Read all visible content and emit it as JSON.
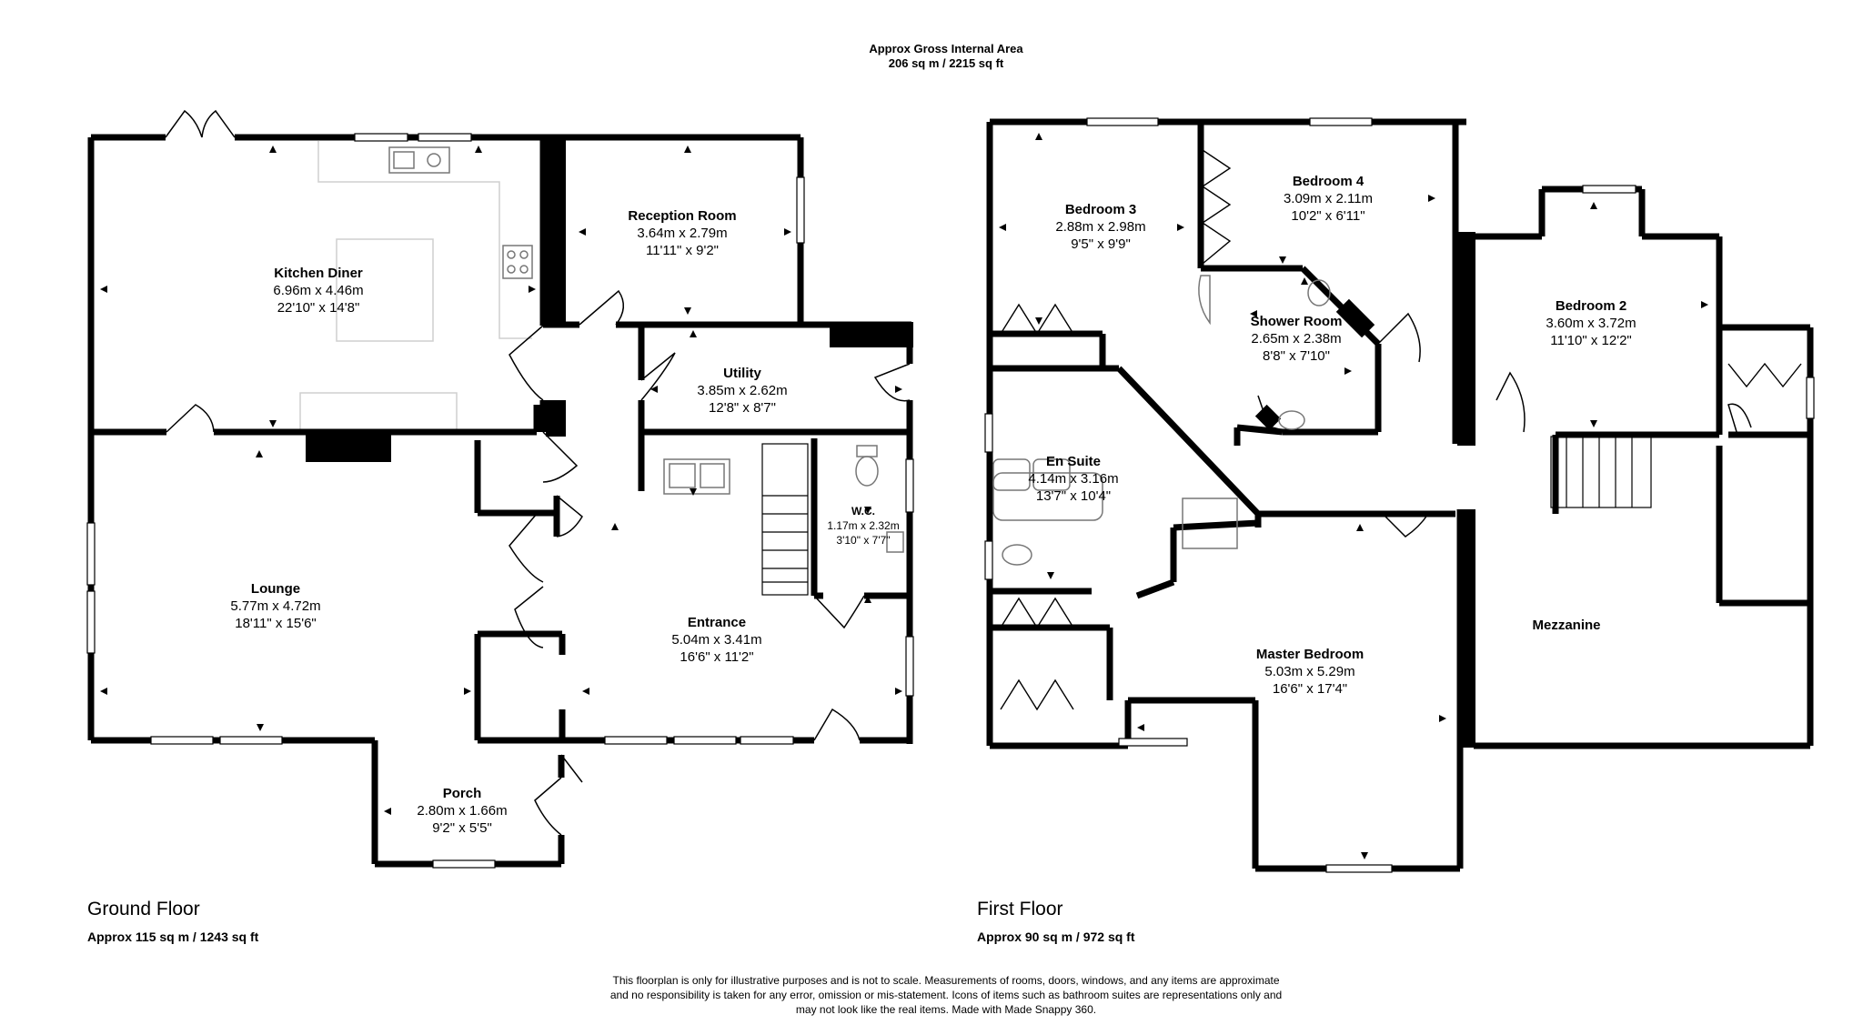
{
  "header": {
    "area_label": "Approx Gross Internal Area",
    "area_value": "206 sq m / 2215 sq ft"
  },
  "ground_floor": {
    "title": "Ground Floor",
    "area": "Approx 115 sq m / 1243 sq ft",
    "rooms": {
      "kitchen": {
        "name": "Kitchen Diner",
        "metric": "6.96m x 4.46m",
        "imperial": "22'10\" x 14'8\""
      },
      "reception": {
        "name": "Reception Room",
        "metric": "3.64m x 2.79m",
        "imperial": "11'11\" x 9'2\""
      },
      "utility": {
        "name": "Utility",
        "metric": "3.85m x 2.62m",
        "imperial": "12'8\" x 8'7\""
      },
      "wc": {
        "name": "W.C.",
        "metric": "1.17m x 2.32m",
        "imperial": "3'10\" x 7'7\""
      },
      "lounge": {
        "name": "Lounge",
        "metric": "5.77m x 4.72m",
        "imperial": "18'11\" x 15'6\""
      },
      "entrance": {
        "name": "Entrance",
        "metric": "5.04m x 3.41m",
        "imperial": "16'6\" x 11'2\""
      },
      "porch": {
        "name": "Porch",
        "metric": "2.80m x 1.66m",
        "imperial": "9'2\" x 5'5\""
      }
    }
  },
  "first_floor": {
    "title": "First Floor",
    "area": "Approx 90 sq m / 972 sq ft",
    "rooms": {
      "bedroom3": {
        "name": "Bedroom 3",
        "metric": "2.88m x 2.98m",
        "imperial": "9'5\" x 9'9\""
      },
      "bedroom4": {
        "name": "Bedroom 4",
        "metric": "3.09m x 2.11m",
        "imperial": "10'2\" x 6'11\""
      },
      "shower": {
        "name": "Shower Room",
        "metric": "2.65m x 2.38m",
        "imperial": "8'8\" x 7'10\""
      },
      "bedroom2": {
        "name": "Bedroom 2",
        "metric": "3.60m x 3.72m",
        "imperial": "11'10\" x 12'2\""
      },
      "ensuite": {
        "name": "En Suite",
        "metric": "4.14m x 3.16m",
        "imperial": "13'7\" x 10'4\""
      },
      "master": {
        "name": "Master Bedroom",
        "metric": "5.03m x 5.29m",
        "imperial": "16'6\" x 17'4\""
      },
      "mezzanine": {
        "name": "Mezzanine"
      }
    }
  },
  "disclaimer": [
    "This floorplan is only for illustrative purposes and is not to scale. Measurements of rooms, doors, windows, and any items are approximate",
    "and no responsibility is taken for any error, omission or mis-statement. Icons of items such as bathroom suites are representations only and",
    "may not look like the real items. Made with Made Snappy 360."
  ]
}
